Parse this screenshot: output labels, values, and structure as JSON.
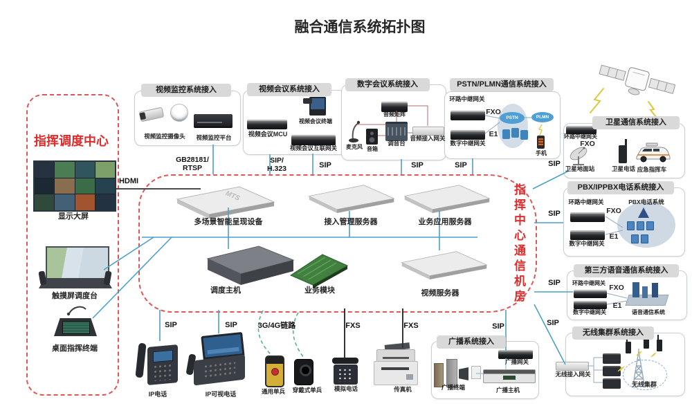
{
  "title": "融合通信系统拓扑图",
  "command_center": {
    "title": "指挥调度中心",
    "display_wall": "显示大屏",
    "touch_console": "触摸屏调度台",
    "desktop_terminal": "桌面指挥终端"
  },
  "room": {
    "title": "指挥中心通信机房",
    "mts_badge": "MTS",
    "devices": {
      "presenter": "多场景智能呈现设备",
      "access_server": "接入管理服务器",
      "app_server": "业务应用服务器",
      "dispatch_host": "调度主机",
      "service_module": "业务模块",
      "video_server": "视频服务器"
    }
  },
  "systems": {
    "video_surveillance": {
      "title": "视频监控系统接入",
      "camera": "视频监控摄像头",
      "platform": "视频监控平台"
    },
    "video_conference": {
      "title": "视频会议系统接入",
      "mcu": "视频会议MCU",
      "terminal": "视频会议终端",
      "gateway": "视频会议互联网关"
    },
    "digital_conference": {
      "title": "数字会议系统接入",
      "matrix": "音频矩阵",
      "mic": "麦克风",
      "speaker": "音箱",
      "mixer": "调音台",
      "gateway": "音频接入网关"
    },
    "pstn_plmn": {
      "title": "PSTN/PLMN通信系统接入",
      "loop_gateway": "环路中继网关",
      "digital_gateway": "数字中继网关",
      "fxo": "FXO",
      "e1": "E1",
      "pstn": "PSTN",
      "plmn": "PLMN",
      "mobile": "手机"
    },
    "satellite": {
      "title": "卫星通信系统接入",
      "loop_gateway": "环路中继网关",
      "fxo": "FXO",
      "ground_station": "卫星地面站",
      "sat_phone": "卫星电话",
      "command_vehicle": "应急指挥车"
    },
    "pbx": {
      "title": "PBX/IPPBX电话系统接入",
      "loop_gateway": "环路中继网关",
      "digital_gateway": "数字中继网关",
      "fxo": "FXO",
      "e1": "E1",
      "pbx_system": "PBX电话系统"
    },
    "third_party": {
      "title": "第三方语音通信系统接入",
      "loop_gateway": "环路中继网关",
      "digital_gateway": "数字中继网关",
      "fxo": "FXO",
      "e1": "E1",
      "voice_system": "语音通信系统"
    },
    "wireless": {
      "title": "无线集群系统接入",
      "access_gateway": "无线接入网关",
      "cluster": "无线集群"
    },
    "broadcast": {
      "title": "广播系统接入",
      "gateway": "广播网关",
      "terminal": "广播终端",
      "host": "广播主机"
    }
  },
  "endpoints": {
    "ip_phone": "IP电话",
    "ip_video_phone": "IP可视电话",
    "portable": "通用单兵",
    "wearable": "穿戴式单兵",
    "analog_phone": "模拟电话",
    "fax": "传真机"
  },
  "links": {
    "hdmi": "HDMI",
    "gb28181_rtsp": "GB28181/\nRTSP",
    "sip_h323": "SIP/\nH.323",
    "sip": "SIP",
    "g34_link": "3G/4G链路",
    "fxs": "FXS"
  },
  "colors": {
    "red_accent": "#e04848",
    "line_blue": "#4aa0c8",
    "link_green": "#54b385",
    "header_gray": "#d9d9d9"
  }
}
